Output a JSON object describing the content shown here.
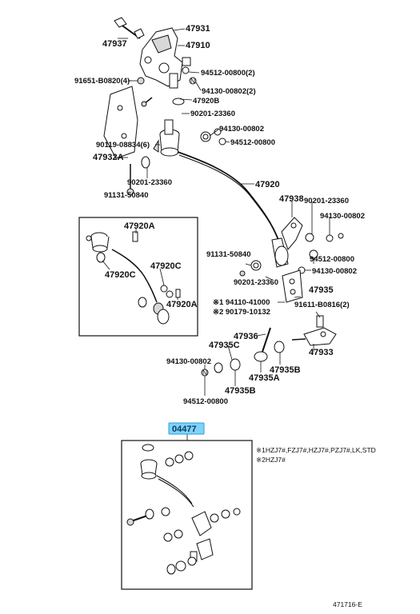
{
  "callouts": {
    "p47931": "47931",
    "p47937": "47937",
    "p47910": "47910",
    "p91651": "91651-B0820(4)",
    "p94512_a": "94512-00800(2)",
    "p94130_a": "94130-00802(2)",
    "p47920B": "47920B",
    "p90201_a": "90201-23360",
    "p94130_b": "94130-00802",
    "p94512_b": "94512-00800",
    "p90119": "90119-08834(6)",
    "p47932A": "47932A",
    "p90201_b": "90201-23360",
    "p91131_a": "91131-50840",
    "p47920": "47920",
    "p47920A": "47920A",
    "p47920C_a": "47920C",
    "p47920C_b": "47920C",
    "p47920A_b": "47920A",
    "p47938": "47938",
    "p90201_c": "90201-23360",
    "p94130_c": "94130-00802",
    "p91131_b": "91131-50840",
    "p94512_c": "94512-00800",
    "p94130_d": "94130-00802",
    "p90201_d": "90201-23360",
    "p47935": "47935",
    "p94110": "※1 94110-41000",
    "p90179": "※2 90179-10132",
    "p91611": "91611-B0816(2)",
    "p47936": "47936",
    "p47935C": "47935C",
    "p47933": "47933",
    "p94130_e": "94130-00802",
    "p47935B_a": "47935B",
    "p47935A": "47935A",
    "p47935B_b": "47935B",
    "p94512_d": "94512-00800",
    "kit": "04477",
    "note1": "※1HZJ7#,FZJ7#,HZJ7#,PZJ7#,LK,STD",
    "note2": "※2HZJ7#",
    "ref": "471716-E"
  },
  "colors": {
    "highlight": "#7fd3f7",
    "line": "#111111"
  }
}
